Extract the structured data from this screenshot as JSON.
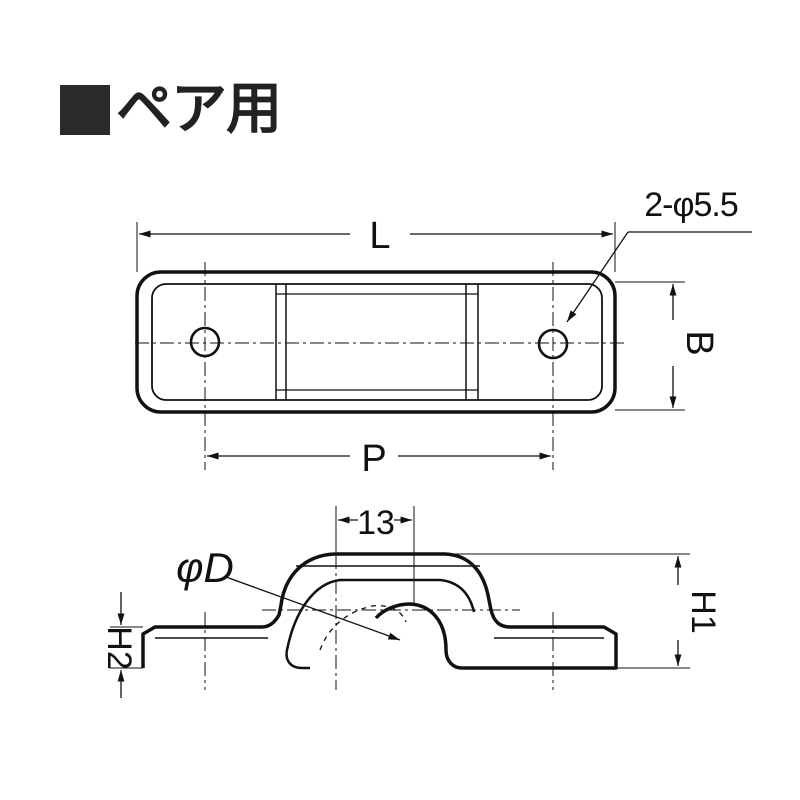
{
  "title": {
    "marker": "■",
    "text": "ペア用"
  },
  "plan_view": {
    "length_label": "L",
    "pitch_label": "P",
    "width_label": "B",
    "hole_label": "2-φ5.5"
  },
  "side_view": {
    "center_width_label": "13",
    "diameter_label": "φD",
    "height1_label": "H1",
    "height2_label": "H2"
  },
  "colors": {
    "line": "#111111",
    "title_square": "#2b2b2b"
  }
}
